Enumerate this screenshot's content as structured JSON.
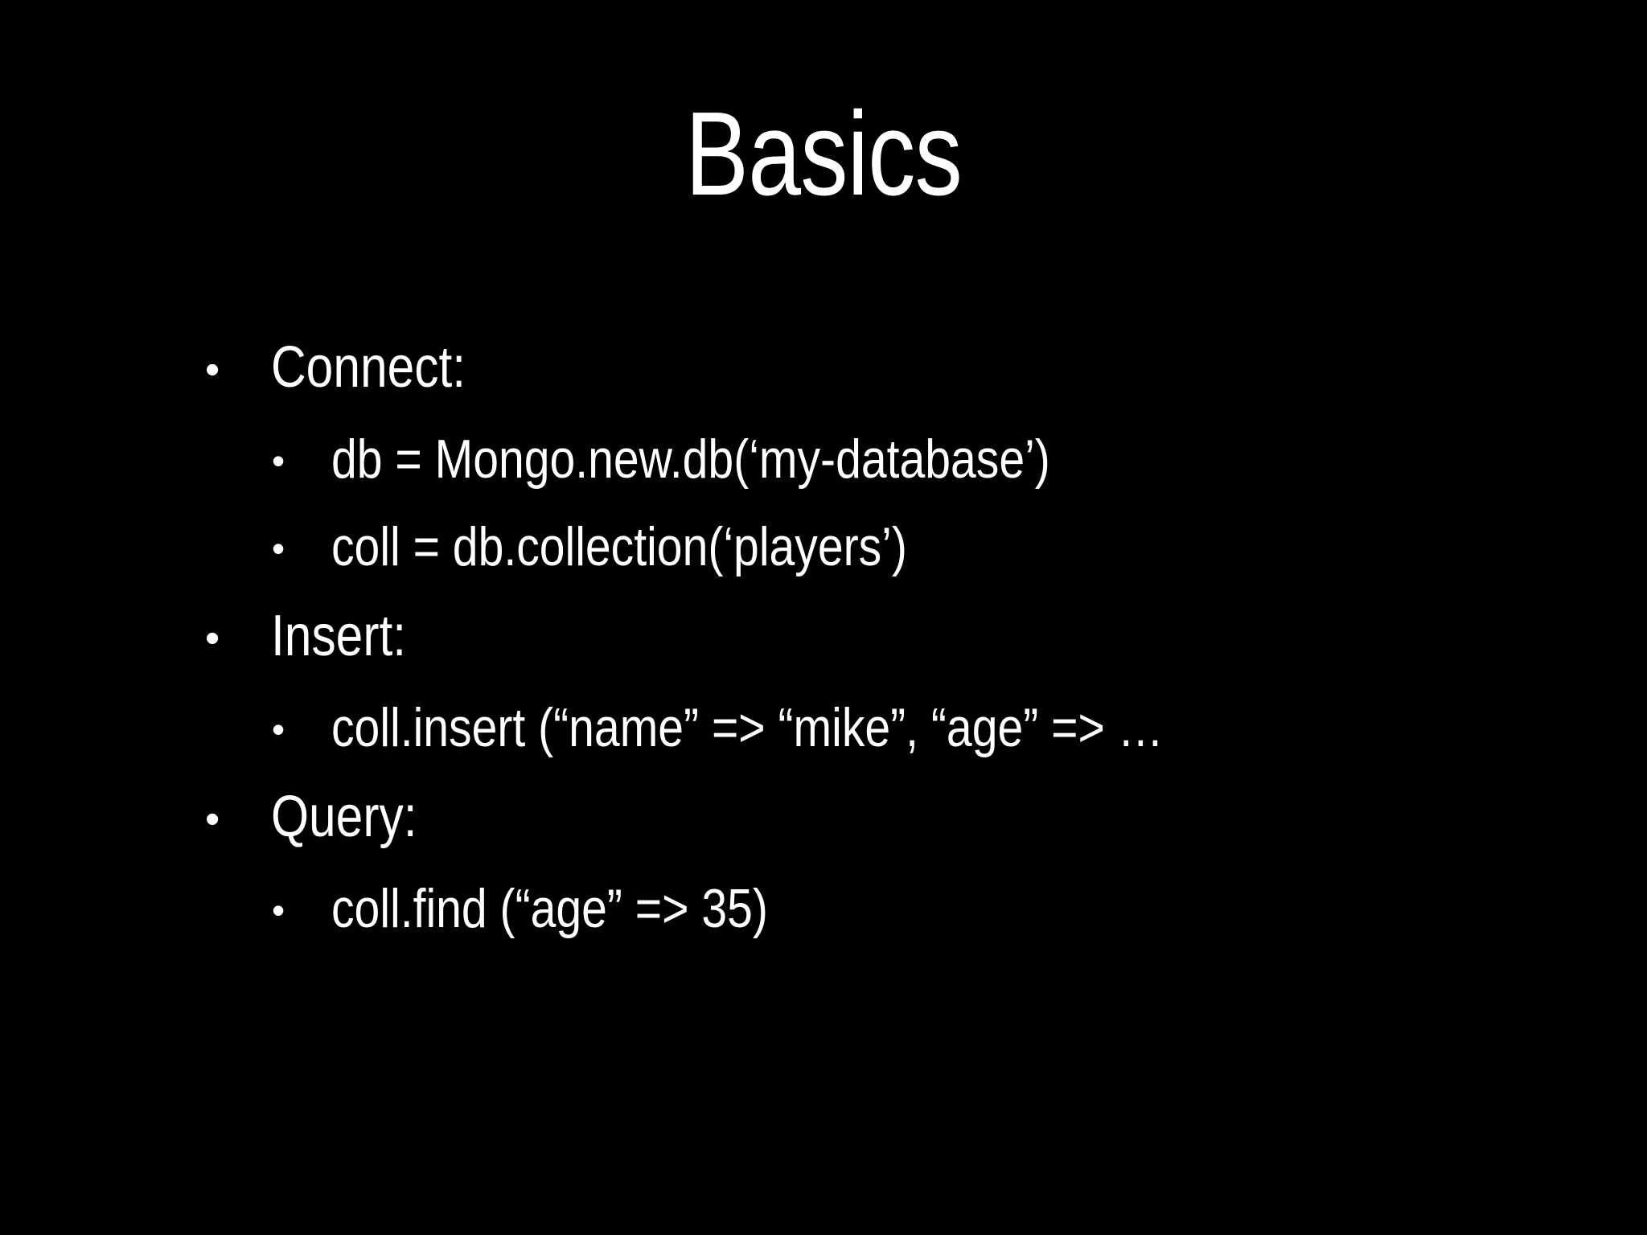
{
  "slide": {
    "background_color": "#000000",
    "text_color": "#FFFFFF",
    "title": "Basics",
    "bullet_glyph": "•",
    "content": [
      {
        "level": 1,
        "text": "Connect:"
      },
      {
        "level": 2,
        "text": "db = Mongo.new.db(‘my-database’)"
      },
      {
        "level": 2,
        "text": "coll = db.collection(‘players’)"
      },
      {
        "level": 1,
        "text": "Insert:"
      },
      {
        "level": 2,
        "text": "coll.insert (“name” => “mike”, “age” => …"
      },
      {
        "level": 1,
        "text": "Query:"
      },
      {
        "level": 2,
        "text": "coll.find (“age” => 35)"
      }
    ]
  }
}
